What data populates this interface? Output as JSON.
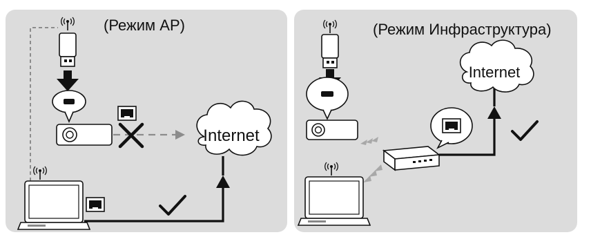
{
  "panels": [
    {
      "title": "(Режим AP)",
      "cloud_label": "Internet"
    },
    {
      "title": "(Режим Инфраструктура)",
      "cloud_label": "Internet"
    }
  ],
  "icons": {
    "wifi": "wifi-signal-icon",
    "dongle": "usb-wifi-dongle-icon",
    "arrow": "down-arrow-icon",
    "port": "usb-port-icon",
    "lan": "lan-port-icon",
    "projector": "projector-icon",
    "laptop": "laptop-icon",
    "router": "router-icon",
    "check": "check-icon",
    "cross": "cross-icon"
  },
  "colors": {
    "panel_bg": "#dcdcdc",
    "line": "#111111",
    "dashed": "#8c8c8c"
  }
}
